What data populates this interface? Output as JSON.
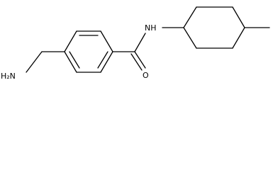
{
  "molecule": {
    "atoms": {
      "amine": {
        "element": "N",
        "text": "H₂N"
      },
      "amide_nitrogen": {
        "element": "N",
        "text": "NH"
      },
      "carbonyl_oxygen": {
        "element": "O",
        "text": "O"
      }
    }
  },
  "colors": {
    "bond": "#000000",
    "background": "#ffffff"
  }
}
